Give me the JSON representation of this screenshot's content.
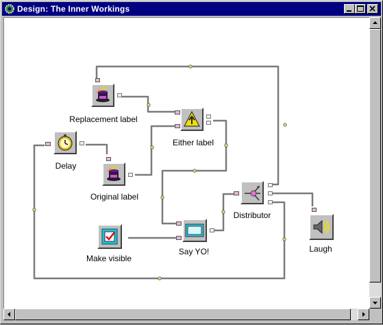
{
  "window": {
    "title": "Design: The Inner Workings"
  },
  "nodes": {
    "replacement_label": {
      "label": "Replacement label",
      "icon": "hat-with-wand-icon"
    },
    "either_label": {
      "label": "Either label",
      "icon": "split-arrows-icon"
    },
    "delay": {
      "label": "Delay",
      "icon": "stopwatch-icon"
    },
    "original_label": {
      "label": "Original label",
      "icon": "hat-with-wand-icon"
    },
    "distributor": {
      "label": "Distributor",
      "icon": "distributor-icon"
    },
    "make_visible": {
      "label": "Make visible",
      "icon": "checkbox-icon"
    },
    "say_yo": {
      "label": "Say YO!",
      "icon": "monitor-icon"
    },
    "laugh": {
      "label": "Laugh",
      "icon": "speaker-icon"
    }
  },
  "colors": {
    "titlebar": "#000080",
    "wire": "#7a7a7a",
    "port": "#e6b8d6",
    "canvas": "#ffffff"
  }
}
